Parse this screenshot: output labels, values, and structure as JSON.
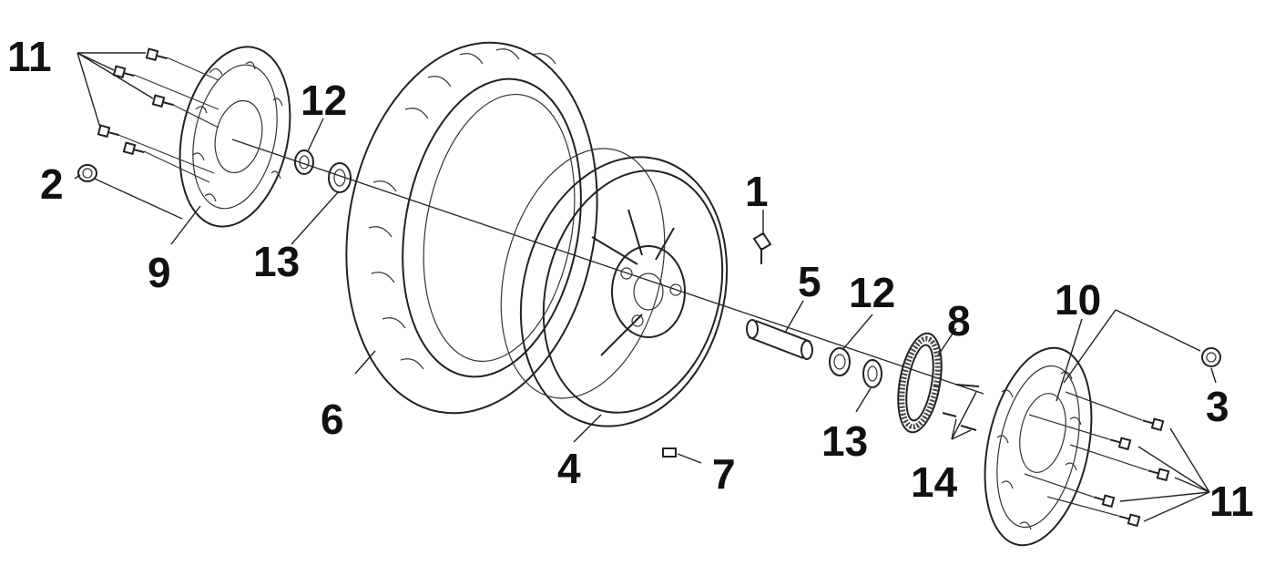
{
  "callouts": [
    {
      "id": "c11a",
      "label": "11"
    },
    {
      "id": "c2",
      "label": "2"
    },
    {
      "id": "c12a",
      "label": "12"
    },
    {
      "id": "c13a",
      "label": "13"
    },
    {
      "id": "c9",
      "label": "9"
    },
    {
      "id": "c1",
      "label": "1"
    },
    {
      "id": "c5",
      "label": "5"
    },
    {
      "id": "c12b",
      "label": "12"
    },
    {
      "id": "c8",
      "label": "8"
    },
    {
      "id": "c10",
      "label": "10"
    },
    {
      "id": "c3",
      "label": "3"
    },
    {
      "id": "c6",
      "label": "6"
    },
    {
      "id": "c13b",
      "label": "13"
    },
    {
      "id": "c4",
      "label": "4"
    },
    {
      "id": "c7",
      "label": "7"
    },
    {
      "id": "c14",
      "label": "14"
    },
    {
      "id": "c11b",
      "label": "11"
    }
  ],
  "parts": [
    {
      "number": "1",
      "icon": "valve-stem-icon"
    },
    {
      "number": "2",
      "icon": "spacer-icon"
    },
    {
      "number": "3",
      "icon": "spacer-icon"
    },
    {
      "number": "4",
      "icon": "wheel-rim-icon"
    },
    {
      "number": "5",
      "icon": "axle-sleeve-icon"
    },
    {
      "number": "6",
      "icon": "tire-icon"
    },
    {
      "number": "7",
      "icon": "balance-weight-icon"
    },
    {
      "number": "8",
      "icon": "abs-tone-ring-icon"
    },
    {
      "number": "9",
      "icon": "brake-disc-icon"
    },
    {
      "number": "10",
      "icon": "brake-disc-icon"
    },
    {
      "number": "11",
      "icon": "bolt-icon"
    },
    {
      "number": "12",
      "icon": "bearing-icon"
    },
    {
      "number": "13",
      "icon": "seal-icon"
    },
    {
      "number": "14",
      "icon": "screw-icon"
    }
  ]
}
